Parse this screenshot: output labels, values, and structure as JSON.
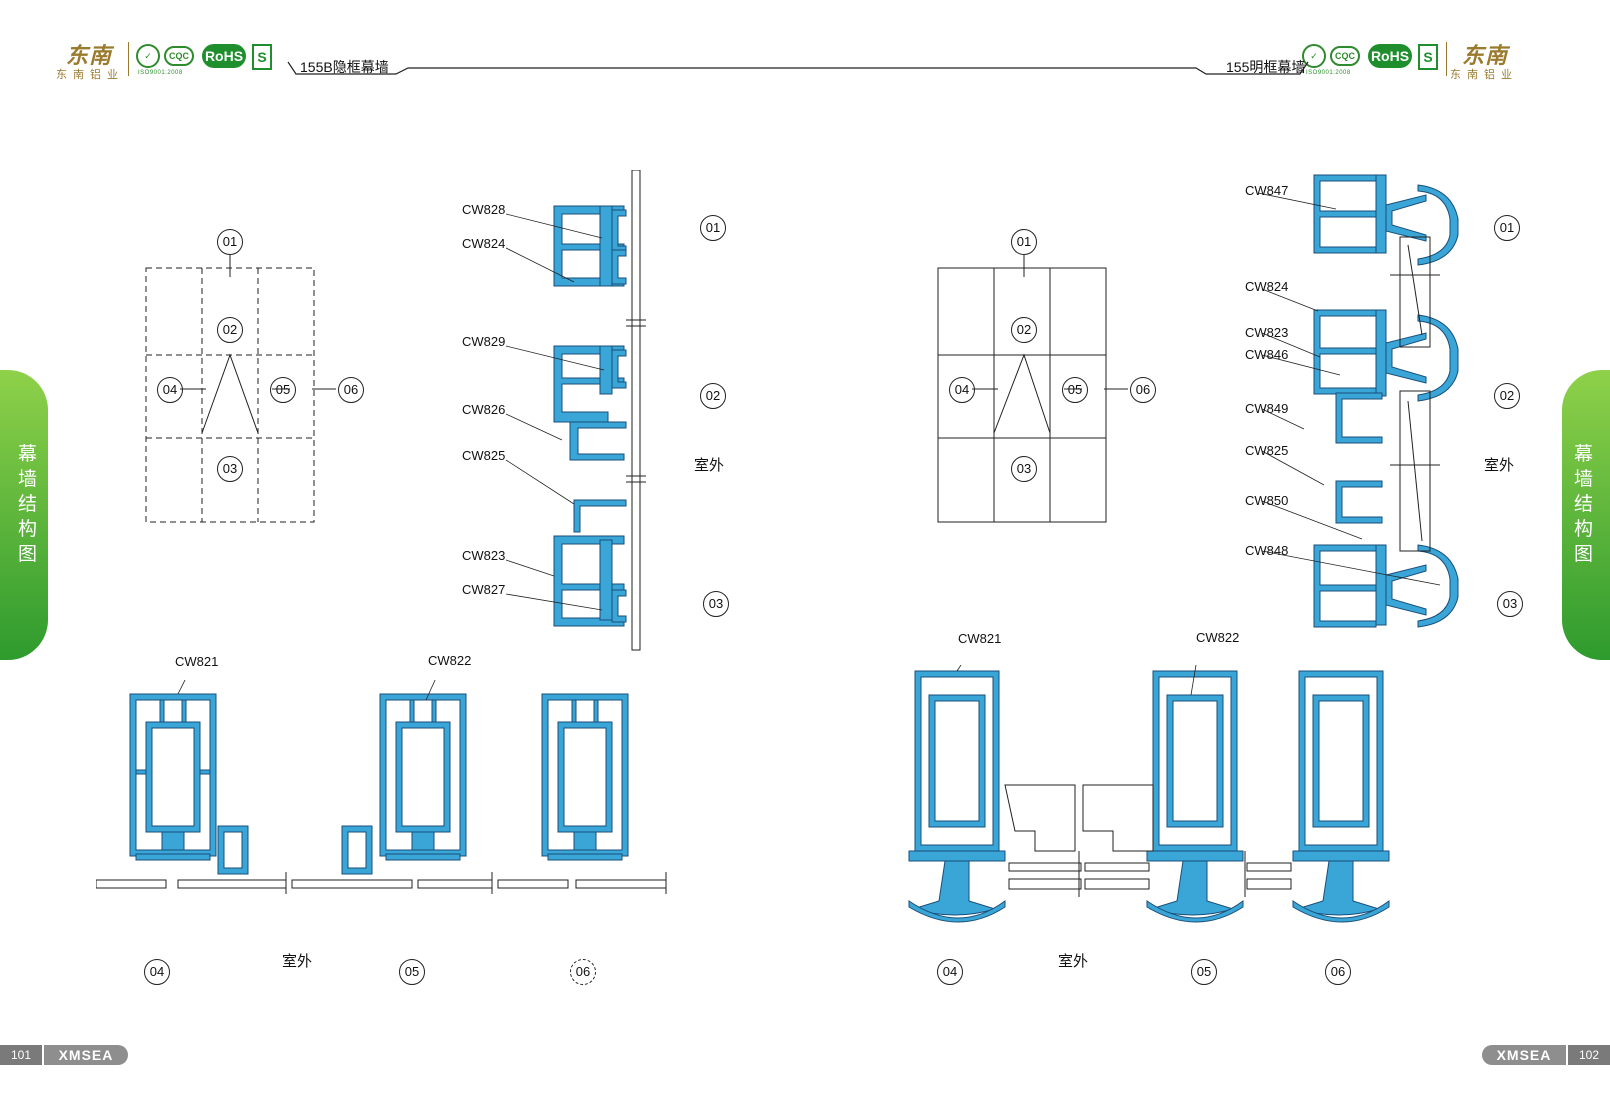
{
  "header": {
    "left": {
      "logo_text": "东南",
      "brand_name": "东南铝业",
      "cert_iso": "ISO9001:2008",
      "cert_rohs": "RoHS",
      "cert_qs": "S",
      "page_title": "155B隐框幕墙"
    },
    "right": {
      "logo_text": "东南",
      "brand_name": "东南铝业",
      "cert_iso": "ISO9001:2008",
      "cert_rohs": "RoHS",
      "cert_qs": "S",
      "page_title": "155明框幕墙"
    }
  },
  "side_tabs": {
    "left": "幕墙结构图",
    "right": "幕墙结构图"
  },
  "left_page": {
    "grid_markers": [
      "01",
      "02",
      "03",
      "04",
      "05",
      "06"
    ],
    "vertical_section": {
      "labels": [
        "CW828",
        "CW824",
        "CW829",
        "CW826",
        "CW825",
        "CW823",
        "CW827"
      ],
      "markers": [
        "01",
        "02",
        "03"
      ],
      "outside_label": "室外"
    },
    "horizontal_section": {
      "labels": [
        "CW821",
        "CW822"
      ],
      "markers": [
        "04",
        "05",
        "06"
      ],
      "outside_label": "室外"
    }
  },
  "right_page": {
    "grid_markers": [
      "01",
      "02",
      "03",
      "04",
      "05",
      "06"
    ],
    "vertical_section": {
      "labels": [
        "CW847",
        "CW824",
        "CW823",
        "CW846",
        "CW849",
        "CW825",
        "CW850",
        "CW848"
      ],
      "markers": [
        "01",
        "02",
        "03"
      ],
      "outside_label": "室外"
    },
    "horizontal_section": {
      "labels": [
        "CW821",
        "CW822"
      ],
      "markers": [
        "04",
        "05",
        "06"
      ],
      "outside_label": "室外"
    }
  },
  "footer": {
    "left_page_number": "101",
    "right_page_number": "102",
    "brand": "XMSEA"
  },
  "colors": {
    "profile_fill": "#3aa6d8",
    "profile_stroke": "#1a4f7a",
    "brand_green": "#2e9b2e",
    "brand_gold": "#9a7b2e"
  }
}
